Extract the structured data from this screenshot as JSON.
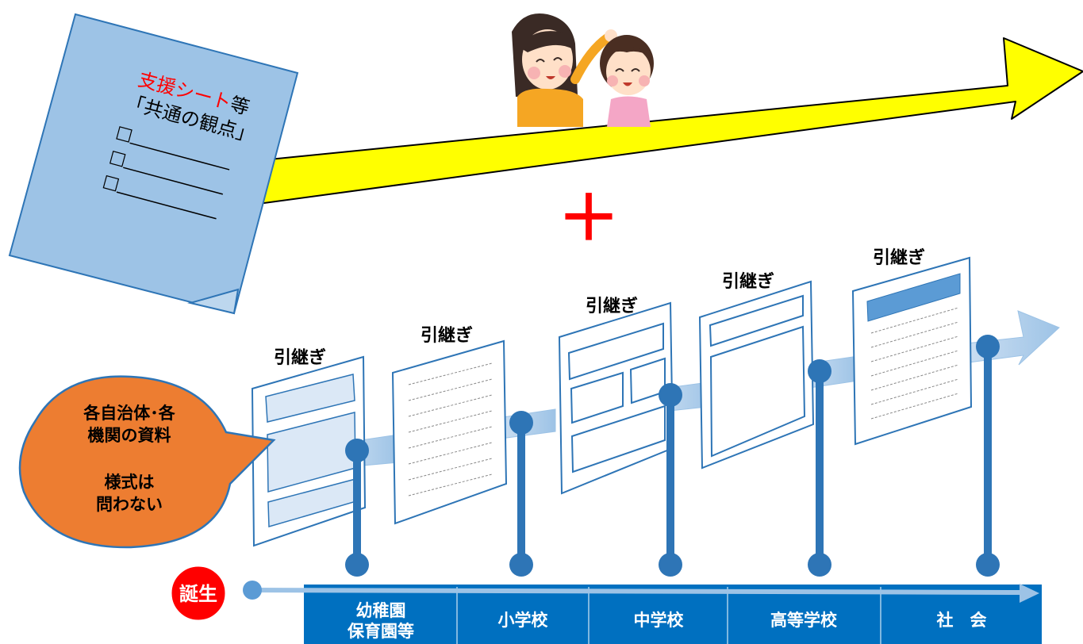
{
  "support_sheet": {
    "title_red": "支援シート",
    "title_black": "等",
    "subtitle": "「共通の観点」",
    "checkbox_glyph": "□"
  },
  "plus_sign": "＋",
  "callout": {
    "line1": "各自治体･各",
    "line2": "機関の資料",
    "line3": "様式は",
    "line4": "問わない"
  },
  "handover_label": "引継ぎ",
  "birth_label": "誕生",
  "stages": [
    "幼稚園\n保育園等",
    "小学校",
    "中学校",
    "高等学校",
    "社　会"
  ],
  "colors": {
    "yellow_arrow": "#ffff00",
    "sheet_fill": "#9dc3e6",
    "sheet_stroke": "#2e75b6",
    "callout_fill": "#ed7d31",
    "stage_bar": "#0070c0",
    "pin": "#2e75b6",
    "connector": "#bdd7ee",
    "birth_badge": "#ff0000",
    "plus": "#ff0000"
  }
}
